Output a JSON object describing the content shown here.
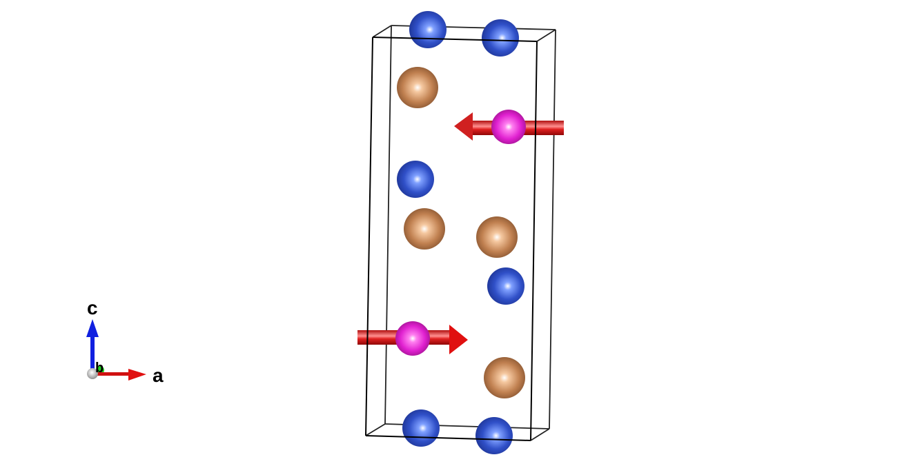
{
  "axes": {
    "a_label": "a",
    "b_label": "b",
    "c_label": "c"
  },
  "colors": {
    "species_blue": "#2f4fc4",
    "species_bronze": "#c08050",
    "species_magenta": "#e020d0",
    "spin_arrow": "#e01818",
    "cell_edge": "#000000",
    "axis_a": "#e01010",
    "axis_b": "#20d020",
    "axis_c": "#1020e0"
  }
}
